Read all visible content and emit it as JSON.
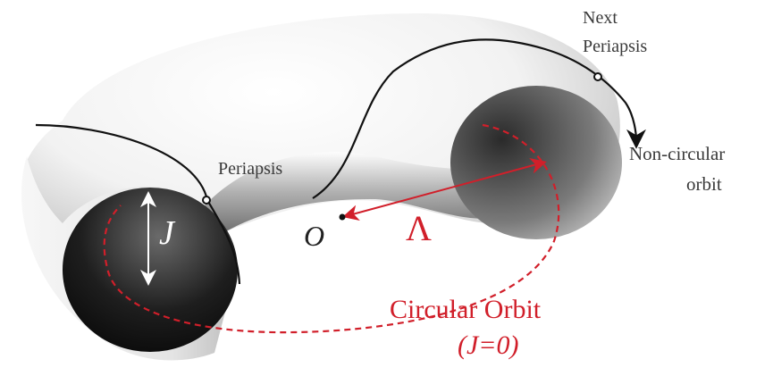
{
  "labels": {
    "next_periapsis_line1": "Next",
    "next_periapsis_line2": "Periapsis",
    "periapsis": "Periapsis",
    "noncircular_line1": "Non-circular",
    "noncircular_line2": "orbit",
    "j_symbol": "J",
    "origin_symbol": "O",
    "lambda_symbol": "Λ",
    "circular_orbit": "Circular Orbit",
    "circular_condition": "(J=0)"
  },
  "colors": {
    "accent_red": "#d11f2a",
    "orbit_black": "#111111",
    "text_gray": "#3a3a3a"
  }
}
